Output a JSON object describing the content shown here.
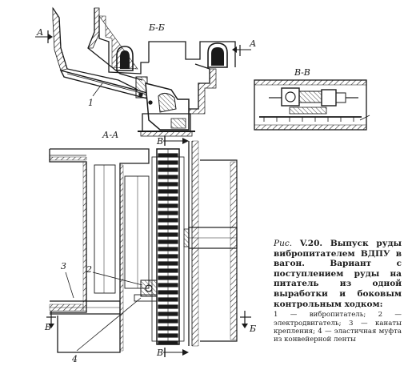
{
  "sections": {
    "bb": "Б-Б",
    "vv": "В-В",
    "aa": "А-А"
  },
  "cut_marks": {
    "a_left": "А",
    "a_right": "А",
    "b_left": "Б",
    "b_right": "Б",
    "v_top": "В",
    "v_bottom": "В"
  },
  "callouts": {
    "n1": "1",
    "n2": "2",
    "n3": "3",
    "n4": "4"
  },
  "caption": {
    "figure_prefix": "Рис.",
    "figure_number": "V.20.",
    "title": "Выпуск руды вибропитателем ВДПУ в вагон. Вариант с поступлением руды на питатель из одной выработки и боковым контрольным ходком:",
    "legend": "1 — вибропитатель; 2 — электродвигатель; 3 — канаты крепления; 4 — эластичная муфта из конвейерной ленты"
  }
}
